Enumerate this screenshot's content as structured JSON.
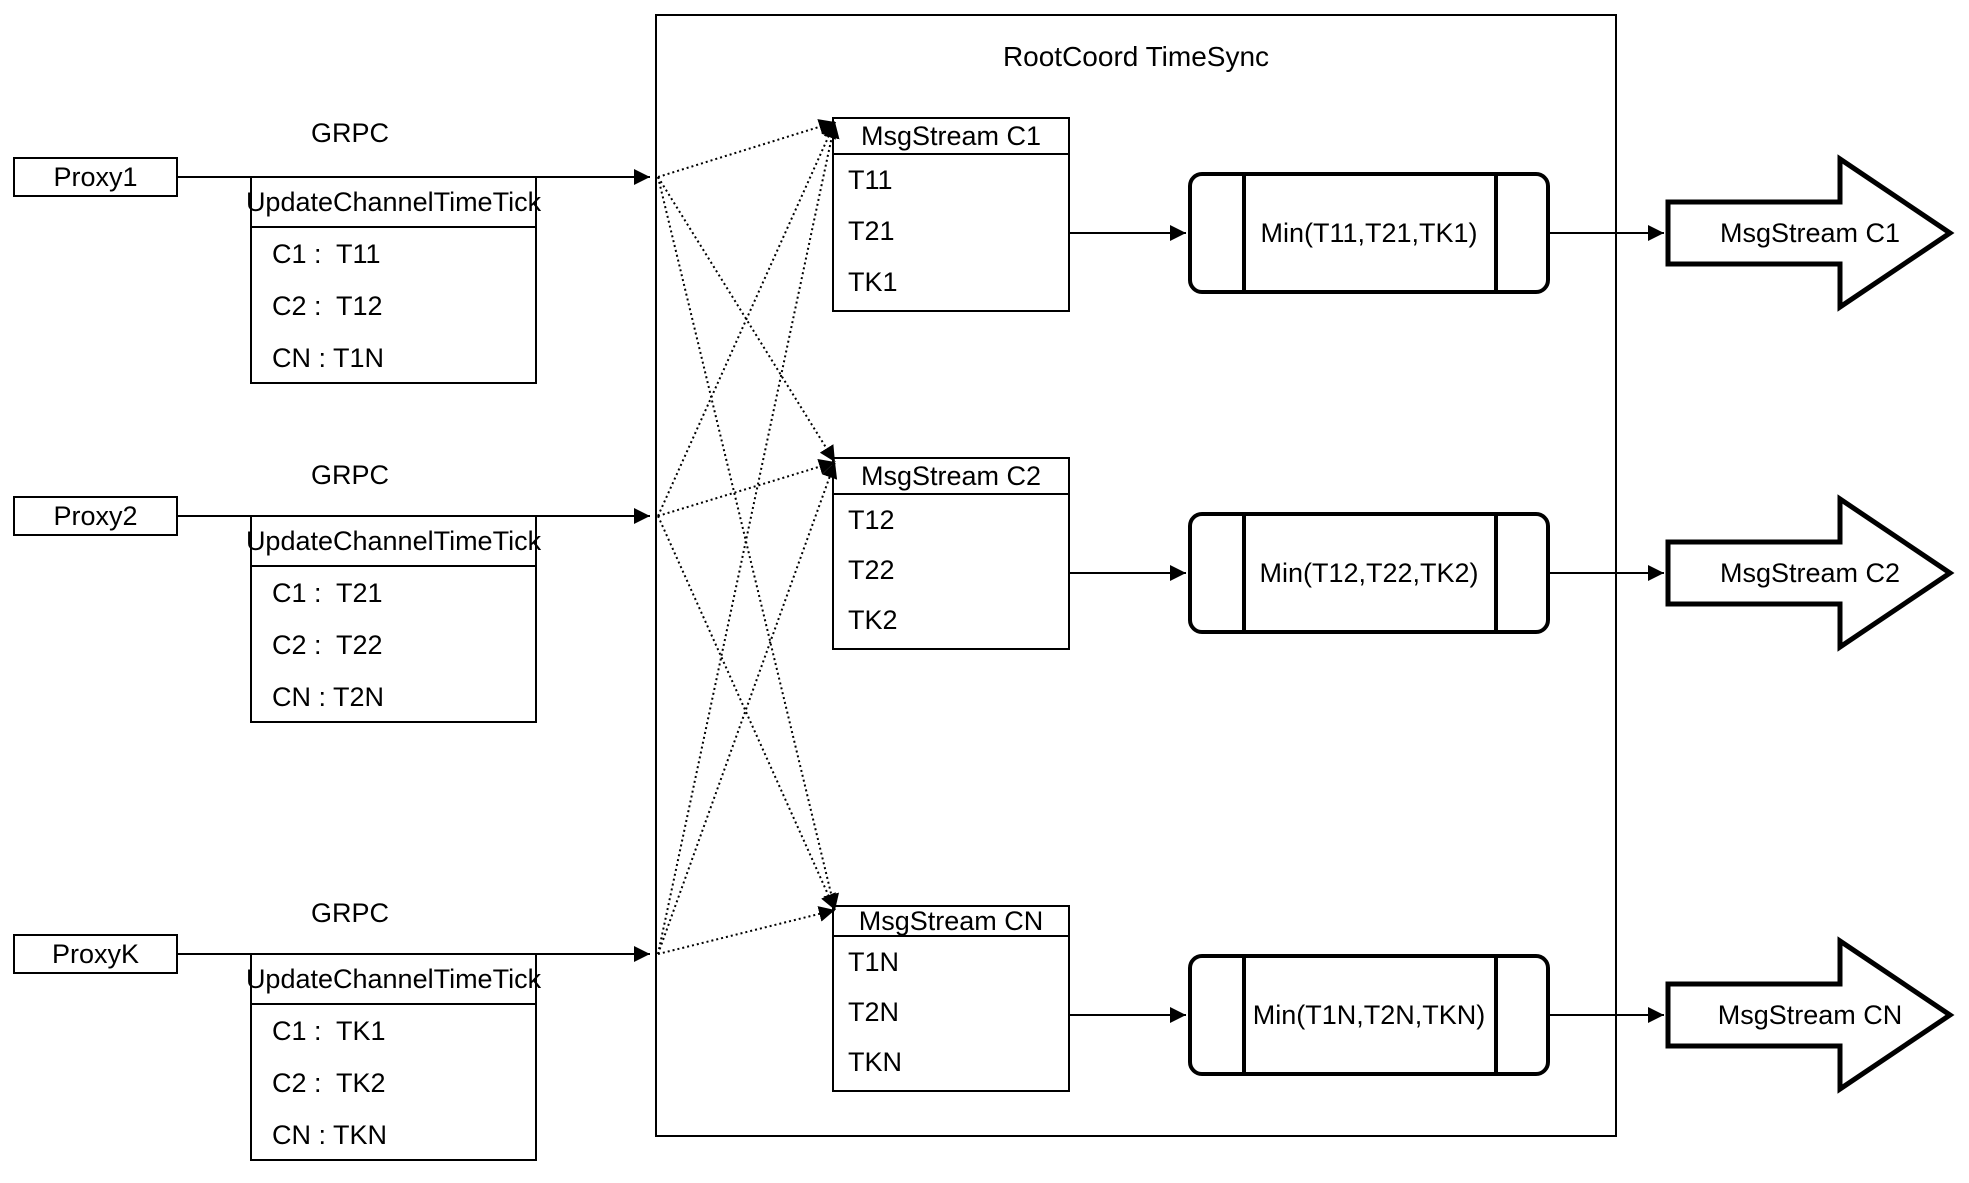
{
  "diagram": {
    "title": "RootCoord TimeSync",
    "proxies": [
      {
        "label": "Proxy1",
        "protocol": "GRPC",
        "message_header": "UpdateChannelTimeTick",
        "rows": [
          "C1 :  T11",
          "C2 :  T12",
          "CN : T1N"
        ]
      },
      {
        "label": "Proxy2",
        "protocol": "GRPC",
        "message_header": "UpdateChannelTimeTick",
        "rows": [
          "C1 :  T21",
          "C2 :  T22",
          "CN : T2N"
        ]
      },
      {
        "label": "ProxyK",
        "protocol": "GRPC",
        "message_header": "UpdateChannelTimeTick",
        "rows": [
          "C1 :  TK1",
          "C2 :  TK2",
          "CN : TKN"
        ]
      }
    ],
    "streams": [
      {
        "header": "MsgStream C1",
        "entries": [
          "T11",
          "T21",
          "TK1"
        ],
        "min_label": "Min(T11,T21,TK1)",
        "output_label": "MsgStream C1"
      },
      {
        "header": "MsgStream C2",
        "entries": [
          "T12",
          "T22",
          "TK2"
        ],
        "min_label": "Min(T12,T22,TK2)",
        "output_label": "MsgStream C2"
      },
      {
        "header": "MsgStream CN",
        "entries": [
          "T1N",
          "T2N",
          "TKN"
        ],
        "min_label": "Min(T1N,T2N,TKN)",
        "output_label": "MsgStream CN"
      }
    ]
  }
}
